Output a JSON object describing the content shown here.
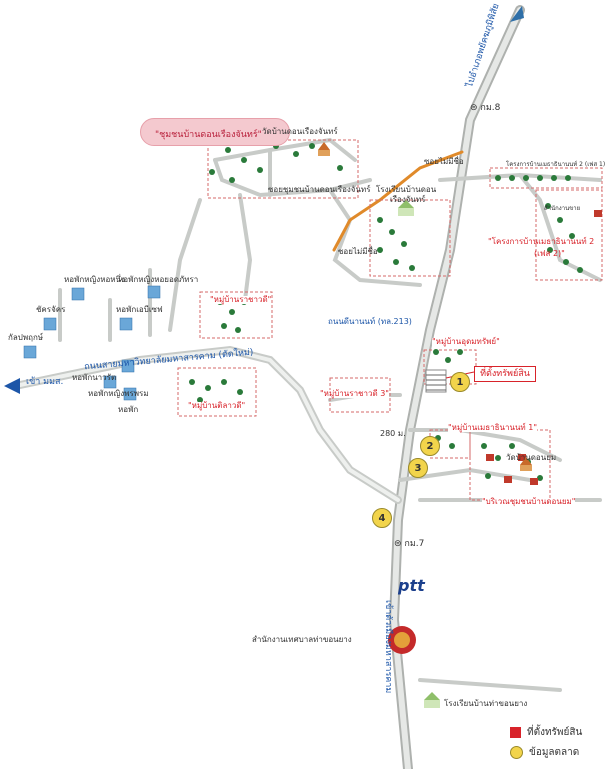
{
  "colors": {
    "road": "#c8cbc8",
    "main_road": "#aeb1ae",
    "orange_road": "#e08a2a",
    "district_border": "#d56a6a",
    "property": "#d8232a",
    "info": "#f2d44b",
    "tree": "#2a7a3a"
  },
  "labels": {
    "community_pill": "\"ชุมชนบ้านดอนเรืองจันทร์\"",
    "temple_don_ruang": "วัดบ้านดอนเรืองจันทร์",
    "soi_don_ruang": "ซอยชุมชนบ้านดอนเรืองจันทร์",
    "school_don": "โรงเรียนบ้านดอน",
    "school_don_2": "เรืองจันทร์",
    "soi_mai_chue_1": "ซอยไม่มีชื่อ",
    "soi_mai_chue_2": "ซอยไม่มีชื่อ",
    "road_main": "ไปอำเภอพยัคฆภูมิพิสัย",
    "km8": "กม.8",
    "km7": "กม.7",
    "project_small": "โครงการบ้านเมธาธินานนท์ 2 (เฟส 1)",
    "project_office": "สำนักงานขาย",
    "project_big": "\"โครงการบ้านเมธาธินานนท์ 2",
    "project_big_2": "(เฟส 2)\"",
    "moo_ratchawadee": "\"หมู่บ้านราชาวดี\"",
    "road_dinanon": "ถนนดีนานนท์ (ทล.213)",
    "moo_udomsap": "\"หมู่บ้านอุดมทรัพย์\"",
    "property_label": "ที่ตั้งทรัพย์สิน",
    "moo_ratchawadee_3": "\"หมู่บ้านราชาวดี 3\"",
    "distance": "280 ม.",
    "moo_metha_1": "\"หมู่บ้านเมธาธินานนท์ 1\"",
    "temple_don_yom": "วัดบ้านดอนยม",
    "area_don_yom": "\"บริเวณชุมชนบ้านดอนยม\"",
    "dorm_1": "หอพักหญิงหอหนึ่ง",
    "dorm_2": "หอพักหญิงหอยอดภัทรา",
    "dorm_3": "หอพักเอบีเซฟ",
    "dorm_4": "ชัครจัคร",
    "dorm_5": "กัลปพฤกษ์",
    "road_univ": "ถนนสายมหาวิทยาลัยมหาสารคาม (ตัดใหม่)",
    "to_msu": "เข้า มมส.",
    "dorm_6": "หอพักนาวรัต",
    "dorm_7": "หอพักหญิงพรพรม",
    "dorm_8": "หอพัก",
    "moo_tilawadee": "\"หมู่บ้านติลาวดี\"",
    "ptt": "ptt",
    "municipal_office": "สำนักงานเทศบาลท่าขอนยาง",
    "school_tha_khon_yang": "โรงเรียนบ้านท่าขอนยาง",
    "to_city": "เข้าตัวเมืองมหาสารคาม"
  },
  "markers": [
    "1",
    "2",
    "3",
    "4"
  ],
  "legend": {
    "property": "ที่ตั้งทรัพย์สิน",
    "market": "ข้อมูลตลาด"
  },
  "icons": [
    "tree-icon",
    "temple-icon",
    "school-icon",
    "dorm-icon",
    "house-icon",
    "government-seal-icon",
    "ptt-logo-icon",
    "north-arrow-icon"
  ]
}
